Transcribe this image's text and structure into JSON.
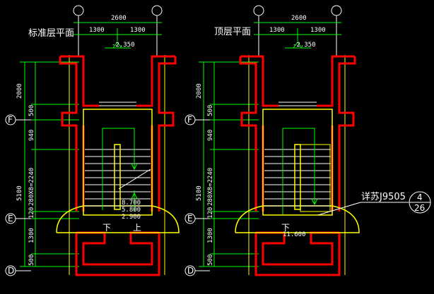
{
  "colors": {
    "background": "#000000",
    "wall": "#ff0000",
    "wall_inner": "#ffff00",
    "dimension": "#00ff00",
    "text": "#ffffff",
    "stair": "#ffffff"
  },
  "plans": [
    {
      "title": "标准层平面",
      "overall_width": "2600",
      "half_widths": [
        "1300",
        "1300"
      ],
      "top_level": "-2.350",
      "levels": [
        "8.700",
        "5.800",
        "2.900"
      ],
      "down_label": "下",
      "up_label": "上",
      "vertical_dims": [
        "2000",
        "500",
        "940",
        "280X8=2240",
        "120",
        "1300",
        "500"
      ],
      "total_dim": "5100",
      "axes": [
        "F",
        "E",
        "D"
      ]
    },
    {
      "title": "顶层平面",
      "overall_width": "2600",
      "half_widths": [
        "1300",
        "1300"
      ],
      "top_level": "-2.350",
      "levels": [
        "11.600"
      ],
      "down_label": "下",
      "vertical_dims": [
        "2000",
        "500",
        "940",
        "280X8=2240",
        "120",
        "1300",
        "500"
      ],
      "total_dim": "5100",
      "axes": [
        "F",
        "E",
        "D"
      ],
      "detail_note": "详苏J9505",
      "detail_ref_top": "4",
      "detail_ref_bottom": "26"
    }
  ]
}
